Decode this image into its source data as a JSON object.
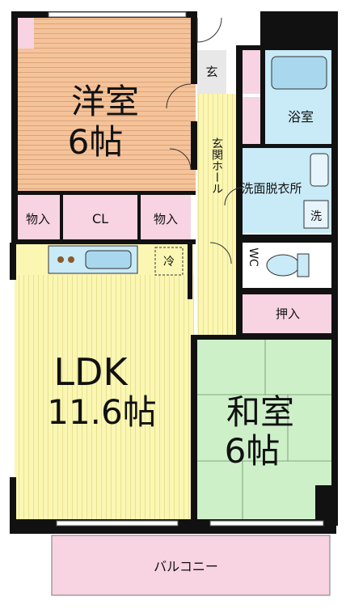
{
  "rooms": {
    "western": {
      "name": "洋室",
      "size": "6帖"
    },
    "closet_left": "物入",
    "cl": "CL",
    "closet_mid": "物入",
    "entrance": "玄",
    "hall": "玄関ホール",
    "bath": "浴室",
    "washroom": "洗面脱衣所",
    "washer": "洗",
    "wc": "WC",
    "fridge": "冷",
    "oshiire": "押入",
    "ldk": {
      "name": "LDK",
      "size": "11.6帖"
    },
    "japanese": {
      "name": "和室",
      "size": "6帖"
    },
    "balcony": "バルコニー"
  },
  "colors": {
    "western": "#f5c39a",
    "ldk": "#fbf7b3",
    "japanese": "#cdf0c9",
    "storage": "#f8d3e2",
    "wet": "#c9eaf7",
    "hall": "#fbf7b3",
    "wall": "#111111"
  }
}
